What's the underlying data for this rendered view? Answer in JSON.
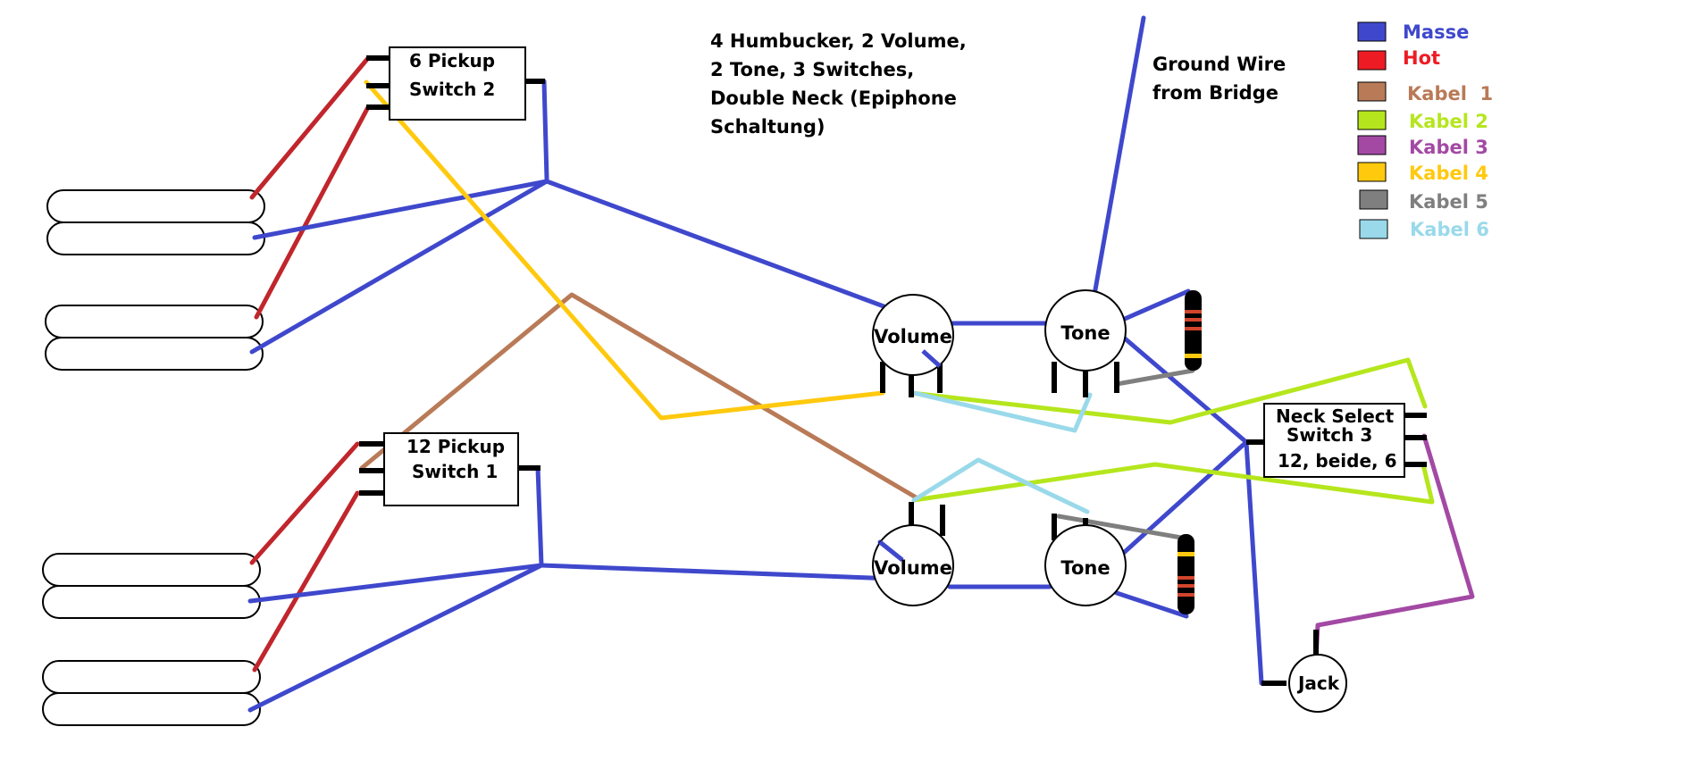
{
  "title_lines": [
    "4 Humbucker, 2 Volume,",
    "2 Tone, 3 Switches,",
    "Double Neck (Epiphone",
    "Schaltung)"
  ],
  "ground_wire_lines": [
    "Ground Wire",
    "from Bridge"
  ],
  "switch2_lines": [
    "6 Pickup",
    "Switch 2"
  ],
  "switch1_lines": [
    "12 Pickup",
    "Switch 1"
  ],
  "switch3_lines": [
    "Neck Select",
    "Switch 3",
    "12, beide, 6"
  ],
  "pots": {
    "volume_top": "Volume",
    "tone_top": "Tone",
    "volume_bottom": "Volume",
    "tone_bottom": "Tone"
  },
  "jack_label": "Jack",
  "legend": [
    {
      "label": "Masse",
      "color": "#3f48cc"
    },
    {
      "label": "Hot",
      "color": "#ed1c24"
    },
    {
      "label": "Kabel  1",
      "color": "#b97a57"
    },
    {
      "label": "Kabel 2",
      "color": "#b5e61d"
    },
    {
      "label": "Kabel 3",
      "color": "#a349a4"
    },
    {
      "label": "Kabel 4",
      "color": "#ffc90e"
    },
    {
      "label": "Kabel 5",
      "color": "#7f7f7f"
    },
    {
      "label": "Kabel 6",
      "color": "#99d9ea"
    }
  ]
}
